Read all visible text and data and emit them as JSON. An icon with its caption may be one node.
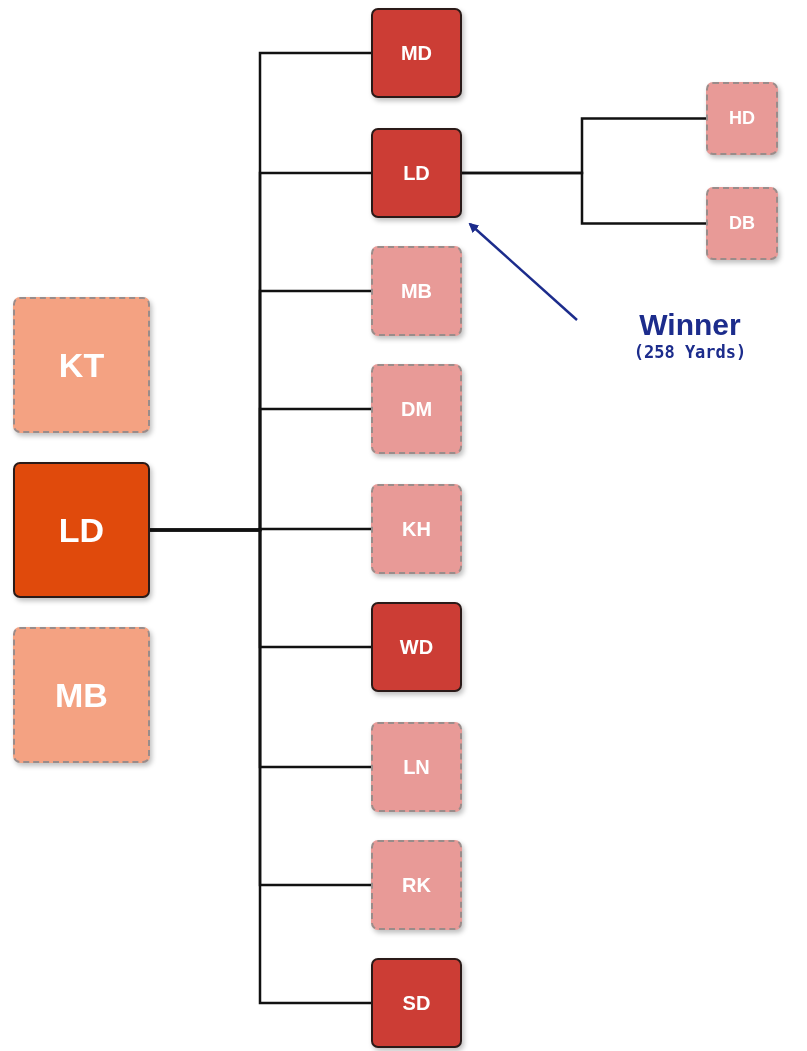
{
  "diagram": {
    "nodes": [
      {
        "text": [
          "KT"
        ]
      },
      {
        "text": [
          "LD"
        ]
      },
      {
        "text": [
          "MB"
        ]
      },
      {
        "text": [
          "MD"
        ]
      },
      {
        "text": [
          "LD"
        ]
      },
      {
        "text": [
          "MB"
        ]
      },
      {
        "text": [
          "DM"
        ]
      },
      {
        "text": [
          "KH"
        ]
      },
      {
        "text": [
          "WD"
        ]
      },
      {
        "text": [
          "LN"
        ]
      },
      {
        "text": [
          "RK"
        ]
      },
      {
        "text": [
          "SD"
        ]
      },
      {
        "text": [
          "HD"
        ]
      },
      {
        "text": [
          "DB"
        ]
      },
      {
        "text": [
          "Winner",
          "(258 Yards)"
        ]
      }
    ],
    "edges": [
      {
        "from": 1,
        "to": 3,
        "arrow": "none"
      },
      {
        "from": 1,
        "to": 4,
        "arrow": "none"
      },
      {
        "from": 1,
        "to": 5,
        "arrow": "none"
      },
      {
        "from": 1,
        "to": 6,
        "arrow": "none"
      },
      {
        "from": 1,
        "to": 7,
        "arrow": "none"
      },
      {
        "from": 1,
        "to": 8,
        "arrow": "none"
      },
      {
        "from": 1,
        "to": 9,
        "arrow": "none"
      },
      {
        "from": 1,
        "to": 10,
        "arrow": "none"
      },
      {
        "from": 1,
        "to": 11,
        "arrow": "none"
      },
      {
        "from": 4,
        "to": 12,
        "arrow": "none"
      },
      {
        "from": 4,
        "to": 13,
        "arrow": "none"
      },
      {
        "from": 14,
        "to": 4,
        "arrow": "to",
        "color": "#1c2c8c"
      }
    ]
  }
}
